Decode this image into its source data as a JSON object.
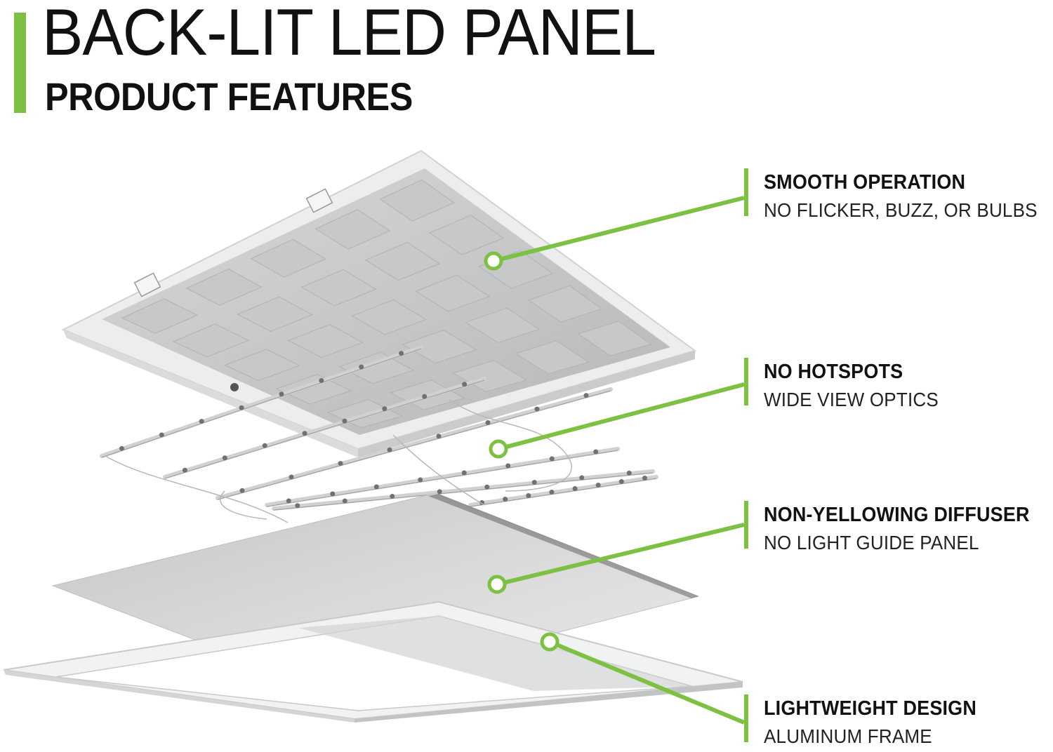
{
  "header": {
    "title": "BACK-LIT LED PANEL",
    "subtitle": "PRODUCT FEATURES"
  },
  "colors": {
    "accent": "#7cc142",
    "text": "#111111",
    "panel_gray": "#b9bbbd",
    "frame": "#eef0f0"
  },
  "features": [
    {
      "title": "SMOOTH OPERATION",
      "subtitle": "NO FLICKER, BUZZ, OR BULBS"
    },
    {
      "title": "NO HOTSPOTS",
      "subtitle": "WIDE VIEW OPTICS"
    },
    {
      "title": "NON-YELLOWING DIFFUSER",
      "subtitle": "NO LIGHT GUIDE PANEL"
    },
    {
      "title": "LIGHTWEIGHT DESIGN",
      "subtitle": "ALUMINUM FRAME"
    }
  ]
}
